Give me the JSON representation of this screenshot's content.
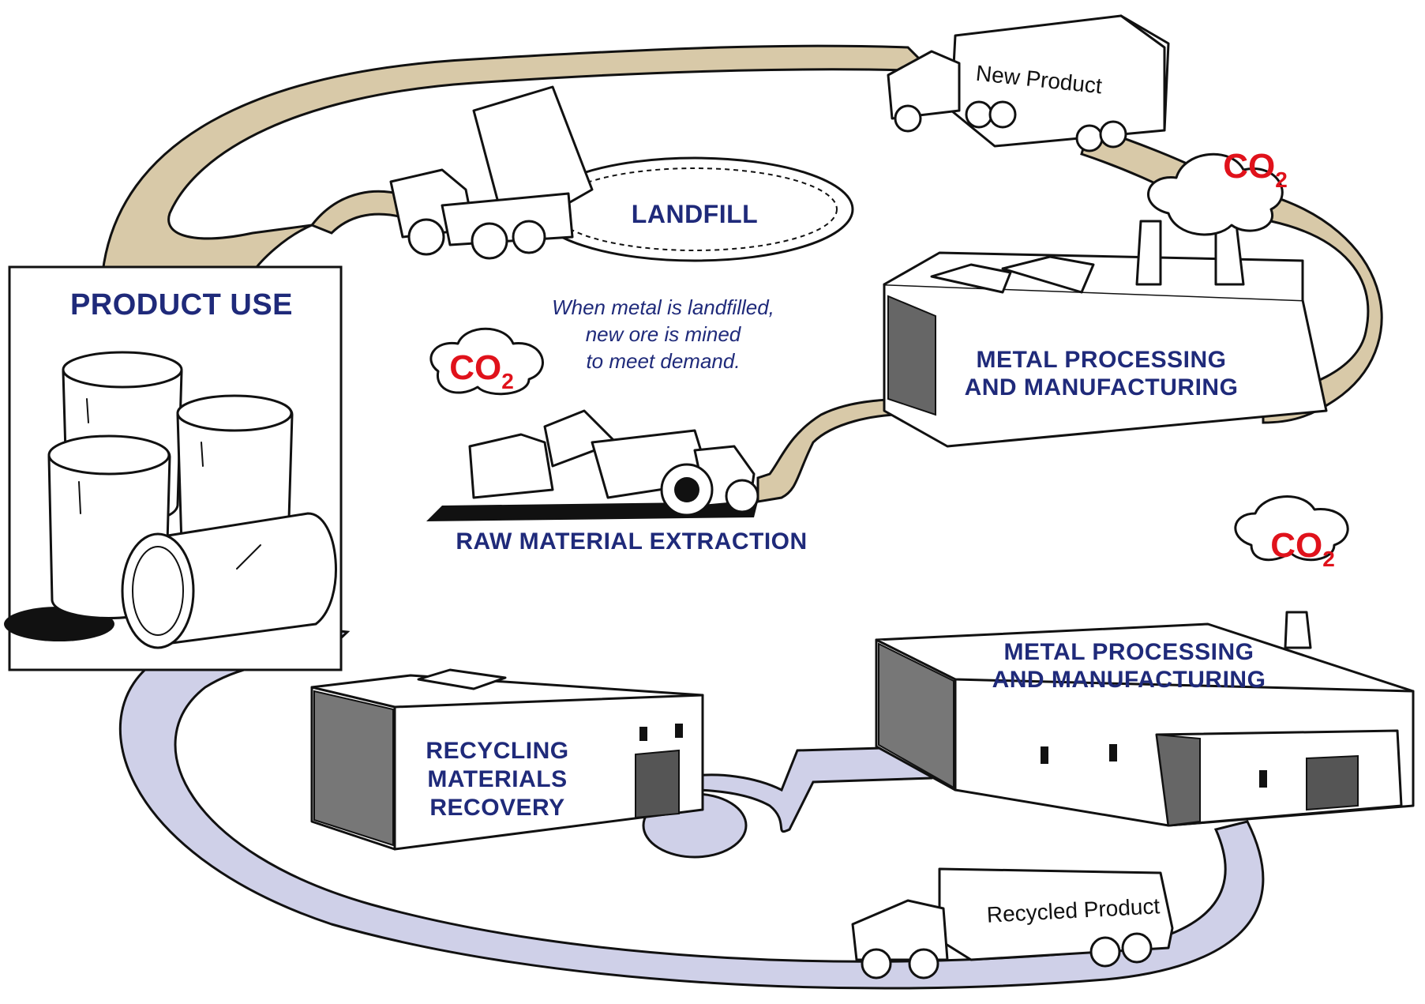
{
  "labels": {
    "product_use": "PRODUCT USE",
    "landfill": "LANDFILL",
    "metal_top_1": "METAL PROCESSING",
    "metal_top_2": "AND MANUFACTURING",
    "raw_material": "RAW MATERIAL EXTRACTION",
    "metal_bottom_1": "METAL PROCESSING",
    "metal_bottom_2": "AND MANUFACTURING",
    "recycling_1": "RECYCLING",
    "recycling_2": "MATERIALS",
    "recycling_3": "RECOVERY"
  },
  "note": {
    "line1": "When metal is landfilled,",
    "line2": "new ore is mined",
    "line3": "to meet demand."
  },
  "co2": {
    "text": "CO",
    "subscript": "2"
  },
  "trucks": {
    "new_product": "New Product",
    "recycled_product": "Recycled Product"
  },
  "colors": {
    "virgin_path": "#d8c9a8",
    "recycled_path": "#cfd0e8",
    "label": "#1f2a7a",
    "co2": "#e0121b"
  }
}
